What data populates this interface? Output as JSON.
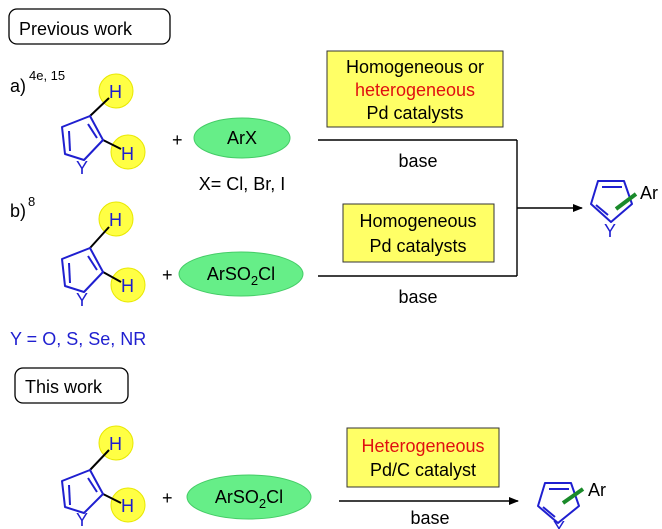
{
  "badges": {
    "previous": "Previous work",
    "this": "This work"
  },
  "rows": {
    "a": {
      "label": "a)",
      "ref": "4e, 15"
    },
    "b": {
      "label": "b)",
      "ref": "8"
    }
  },
  "substrate": {
    "h_label": "H",
    "y_label": "Y"
  },
  "plus": "+",
  "reagents": {
    "arx": "ArX",
    "arso2cl_pre": "ArSO",
    "arso2cl_sub": "2",
    "arso2cl_post": "Cl"
  },
  "halides": "X= Cl, Br, I",
  "y_definition": "Y = O, S, Se, NR",
  "catalysts": {
    "a_line1": "Homogeneous or",
    "a_line2": "heterogeneous",
    "a_line3": "Pd catalysts",
    "b_line1": "Homogeneous",
    "b_line2": "Pd catalysts",
    "c_line1": "Heterogeneous",
    "c_line2": "Pd/C catalyst"
  },
  "base": "base",
  "product": {
    "ar": "Ar",
    "y": "Y"
  },
  "colors": {
    "h_circle": "#ffff44",
    "reagent": "#66ee88",
    "catalyst_box": "#ffff66",
    "ring": "#1f1fd0",
    "highlight_red": "#e01010",
    "aryl_bond": "#1a8a2a"
  }
}
